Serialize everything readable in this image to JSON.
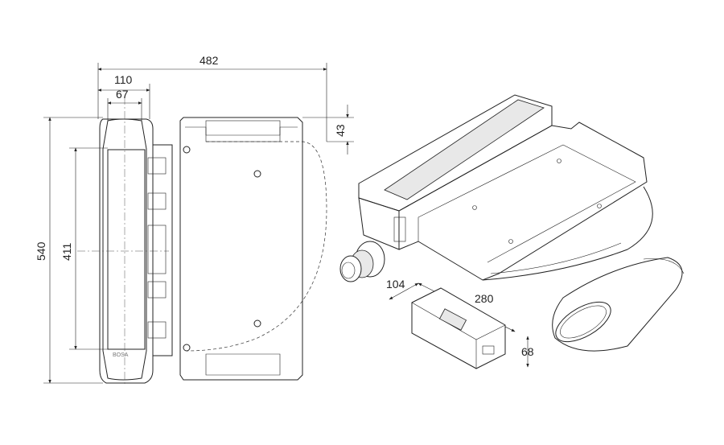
{
  "dimensions": {
    "overall_width": "482",
    "depth_110": "110",
    "depth_67": "67",
    "offset_43": "43",
    "height_540": "540",
    "height_411": "411",
    "module_width": "104",
    "module_length": "280",
    "module_height": "68"
  },
  "logo": "BOSA"
}
